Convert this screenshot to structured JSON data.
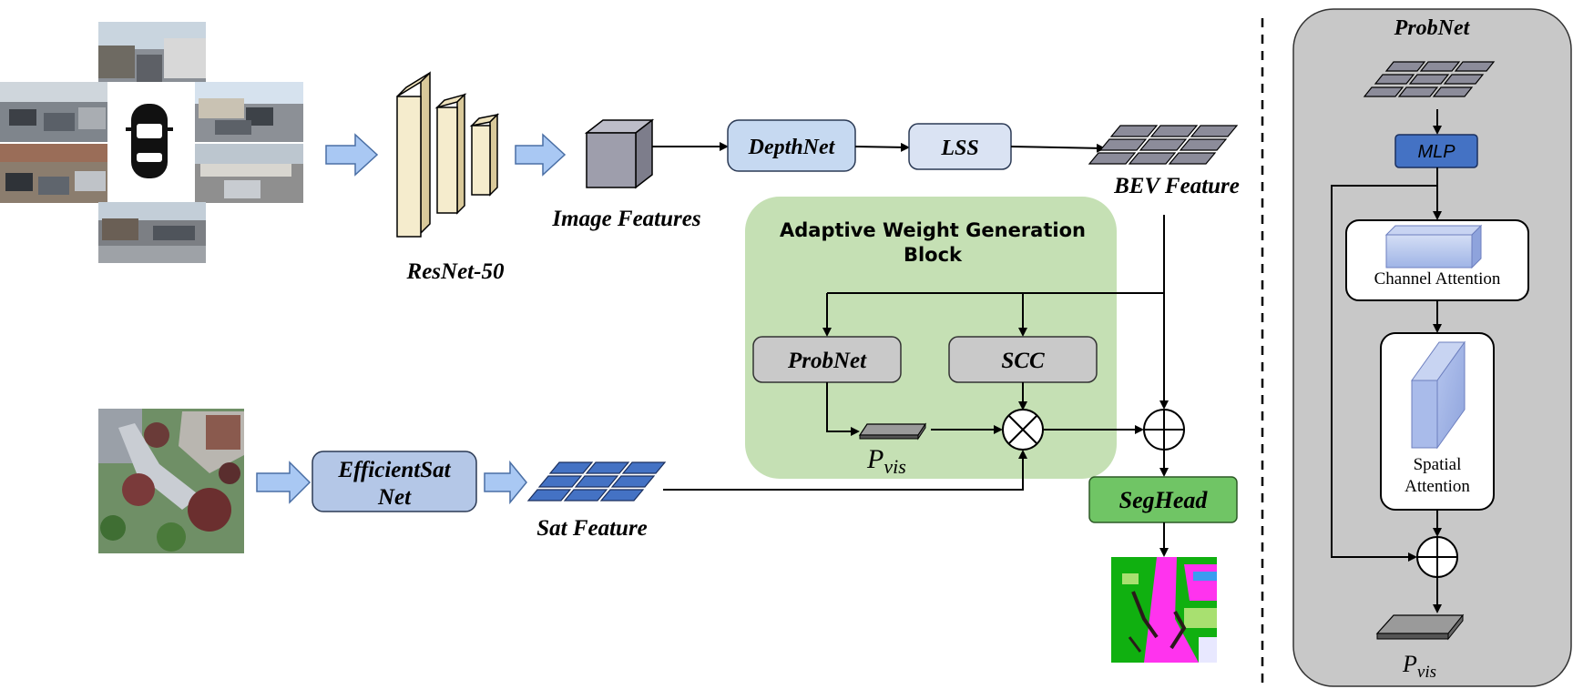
{
  "backbone": {
    "label": "ResNet-50"
  },
  "image_features": {
    "label": "Image Features"
  },
  "depthnet": {
    "label": "DepthNet"
  },
  "lss": {
    "label": "LSS"
  },
  "bev_feature": {
    "label": "BEV Feature"
  },
  "awg_block": {
    "title_line1": "Adaptive Weight Generation",
    "title_line2": "Block"
  },
  "probnet_box": {
    "label": "ProbNet"
  },
  "scc_box": {
    "label": "SCC"
  },
  "pvis": {
    "base": "P",
    "sub": "vis"
  },
  "efficientsat": {
    "line1": "EfficientSat",
    "line2": "Net"
  },
  "sat_feature": {
    "label": "Sat Feature"
  },
  "seghead": {
    "label": "SegHead"
  },
  "probnet_panel": {
    "title": "ProbNet",
    "mlp": "MLP",
    "channel_attention": "Channel Attention",
    "spatial_attention_line1": "Spatial",
    "spatial_attention_line2": "Attention",
    "pvis": {
      "base": "P",
      "sub": "vis"
    }
  },
  "colors": {
    "awg_block_bg": "#c5e0b4",
    "panel_bg": "#c8c8c8",
    "depthnet_fill": "#c6d9f1",
    "lss_fill": "#dae3f3",
    "gray_box": "#c9c9c9",
    "efficientsat_fill": "#b4c7e7",
    "seghead_fill": "#70c565",
    "mlp_fill": "#4472c4",
    "sat_grid": "#4472c4",
    "bev_grid": "#8c8c9a",
    "resnet_fill": "#f5eccd",
    "cube_fill": "#9e9eac",
    "arrow_fill": "#a9c8f3"
  }
}
